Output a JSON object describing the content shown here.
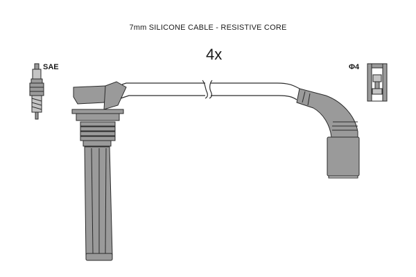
{
  "diagram": {
    "caption": "7mm SILICONE CABLE - RESISTIVE CORE",
    "quantity": "4x",
    "spark_plug_label": "SAE",
    "terminal_label": "Φ4"
  },
  "colors": {
    "line": "#2a2a2a",
    "fill": "#9a9a9a",
    "fill_light": "#c4c4c4",
    "background": "#ffffff"
  }
}
